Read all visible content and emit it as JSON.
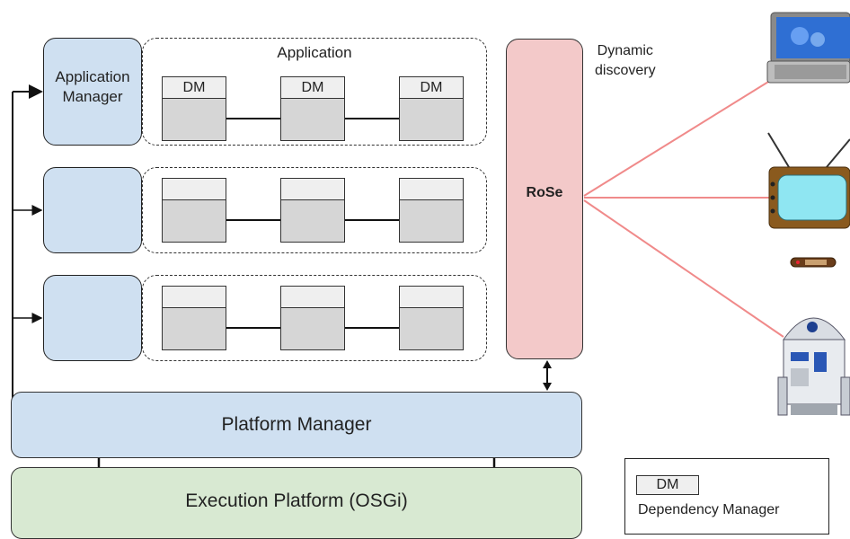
{
  "application_manager": {
    "label_line1": "Application",
    "label_line2": "Manager"
  },
  "application": {
    "title": "Application",
    "dm_label": "DM"
  },
  "rose": {
    "label": "RoSe"
  },
  "discovery": {
    "line1": "Dynamic",
    "line2": "discovery"
  },
  "platform_manager": {
    "label": "Platform Manager"
  },
  "execution_platform": {
    "label": "Execution Platform (OSGi)"
  },
  "legend": {
    "dm_label": "DM",
    "description": "Dependency Manager"
  },
  "colors": {
    "manager_fill": "#cfe0f1",
    "rose_fill": "#f3c9c9",
    "execution_fill": "#d8e9d2",
    "component_fill": "#d6d6d6",
    "rose_link": "#f08a8a"
  },
  "devices": [
    "netbook-icon",
    "television-icon",
    "remote-control-icon",
    "robot-icon"
  ]
}
